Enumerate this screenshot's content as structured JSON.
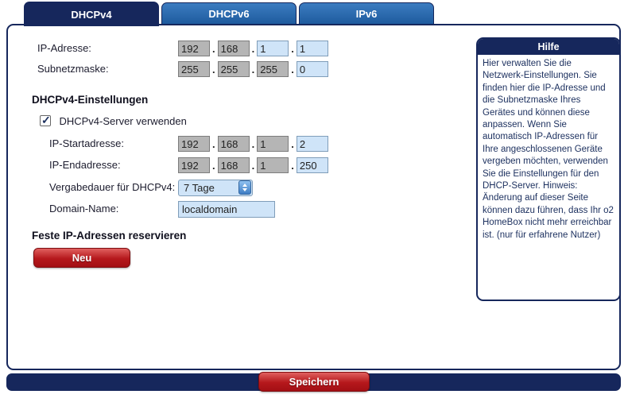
{
  "tabs": [
    {
      "label": "DHCPv4"
    },
    {
      "label": "DHCPv6"
    },
    {
      "label": "IPv6"
    }
  ],
  "form": {
    "octet_separator": ".",
    "rows": {
      "ip": {
        "label": "IP-Adresse:",
        "octets": [
          "192",
          "168",
          "1",
          "1"
        ]
      },
      "mask": {
        "label": "Subnetzmaske:",
        "octets": [
          "255",
          "255",
          "255",
          "0"
        ]
      },
      "start": {
        "label": "IP-Startadresse:",
        "octets": [
          "192",
          "168",
          "1",
          "2"
        ]
      },
      "end": {
        "label": "IP-Endadresse:",
        "octets": [
          "192",
          "168",
          "1",
          "250"
        ]
      }
    },
    "dhcp_heading": "DHCPv4-Einstellungen",
    "dhcp_checkbox_label": "DHCPv4-Server verwenden",
    "dhcp_checkbox_checked": true,
    "lease_label": "Vergabedauer für DHCPv4:",
    "lease_value": "7 Tage",
    "domain_label": "Domain-Name:",
    "domain_value": "localdomain",
    "reserved_heading": "Feste IP-Adressen reservieren",
    "new_button_label": "Neu"
  },
  "help": {
    "title": "Hilfe",
    "text": "Hier verwalten Sie die Netzwerk-Einstellungen. Sie finden hier die IP-Adresse und die Subnetzmaske Ihres Gerätes und können diese anpassen. Wenn Sie automatisch IP-Adressen für Ihre angeschlossenen Geräte vergeben möchten, verwenden Sie die Einstellungen für den DHCP-Server. Hinweis: Änderung auf dieser Seite können dazu führen, dass Ihr o2 HomeBox nicht mehr erreichbar ist. (nur für erfahrene Nutzer)"
  },
  "footer": {
    "save_button_label": "Speichern"
  },
  "colors": {
    "navy": "#16275c",
    "tab_blue": "#1e5b9e",
    "button_red": "#b5181c",
    "input_editable": "#cfe4f8",
    "input_readonly": "#b5b5b5"
  }
}
